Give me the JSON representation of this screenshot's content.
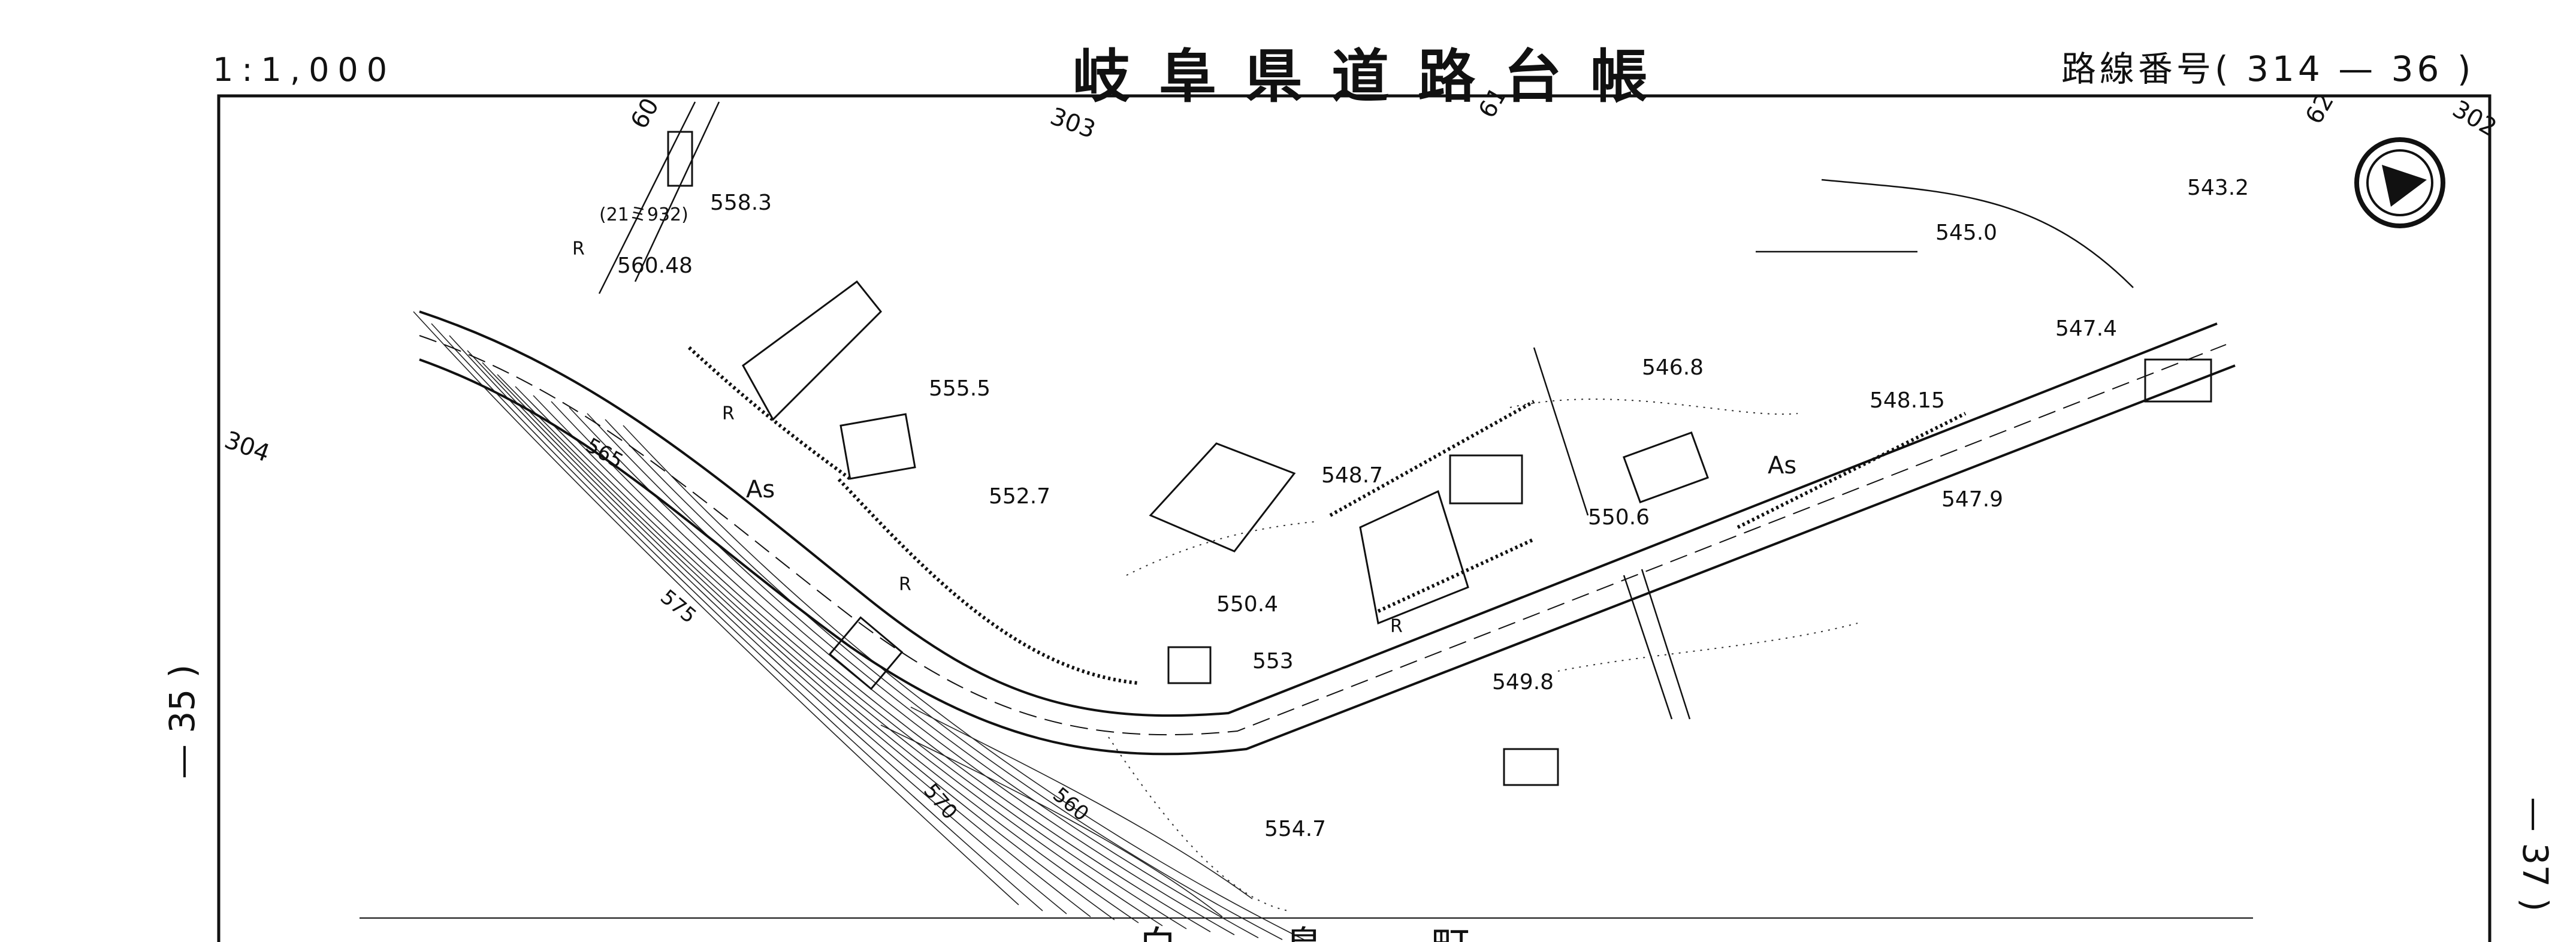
{
  "header": {
    "scale": "1:1,000",
    "title": "岐阜県道路台帳",
    "route_number": "路線番号( 314 — 36 )"
  },
  "margins": {
    "previous_sheet": "— 35 )",
    "next_sheet": "— 37 )"
  },
  "grid_labels": [
    "60",
    "303",
    "61",
    "62",
    "304",
    "302"
  ],
  "elevations": [
    "558.3",
    "560.48",
    "555.5",
    "552.7",
    "548.7",
    "550.4",
    "553",
    "549.8",
    "554.7",
    "546.8",
    "548.15",
    "550.6",
    "547.9",
    "545.0",
    "543.2",
    "547.4"
  ],
  "contour_labels": [
    "565",
    "575",
    "570",
    "560"
  ],
  "road_labels": [
    "As",
    "As"
  ],
  "parcel_labels": [
    "(21ミ932)",
    "R",
    "R",
    "R",
    "R"
  ],
  "bottom_text": "白  鳥  町",
  "icons": {
    "north_arrow": "north-arrow-icon"
  },
  "colors": {
    "ink": "#111111",
    "paper": "#ffffff"
  }
}
